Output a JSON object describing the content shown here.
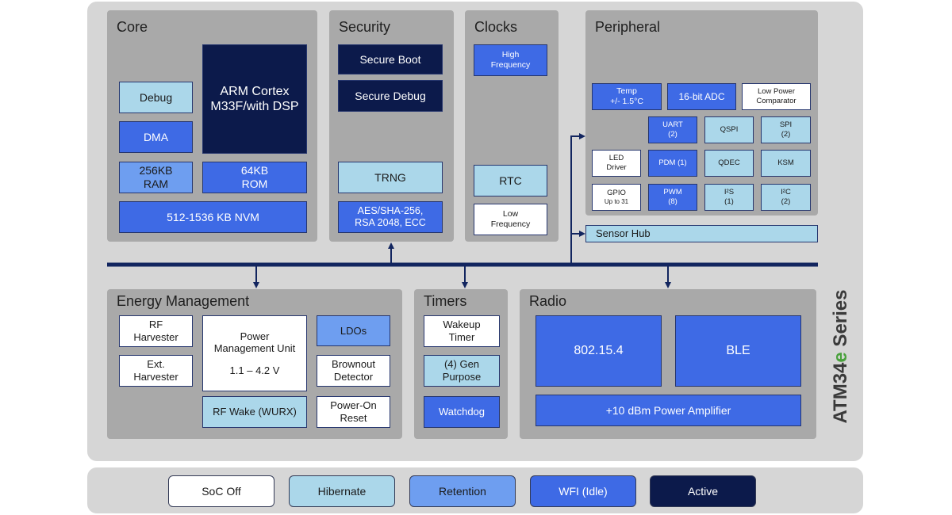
{
  "series_title": {
    "prefix": "ATM34",
    "accent": "e",
    "suffix": " Series"
  },
  "panels": {
    "core": "Core",
    "security": "Security",
    "clocks": "Clocks",
    "peripheral": "Peripheral",
    "energy": "Energy Management",
    "timers": "Timers",
    "radio": "Radio"
  },
  "core": {
    "cpu": "ARM Cortex\nM33F/with DSP",
    "debug": "Debug",
    "dma": "DMA",
    "ram": "256KB\nRAM",
    "rom": "64KB\nROM",
    "nvm": "512-1536 KB NVM"
  },
  "security": {
    "secure_boot": "Secure Boot",
    "secure_debug": "Secure Debug",
    "trng": "TRNG",
    "crypto": "AES/SHA-256,\nRSA 2048, ECC"
  },
  "clocks": {
    "high": "High\nFrequency",
    "rtc": "RTC",
    "low": "Low\nFrequency"
  },
  "peripheral": {
    "temp": "Temp\n+/- 1.5°C",
    "adc": "16-bit ADC",
    "lp_comp": "Low Power\nComparator",
    "uart": "UART\n(2)",
    "qspi": "QSPI",
    "spi": "SPI\n(2)",
    "led": "LED\nDriver",
    "pdm": "PDM (1)",
    "qdec": "QDEC",
    "ksm": "KSM",
    "gpio": "GPIO",
    "gpio_sub": "Up to 31",
    "pwm": "PWM\n(8)",
    "i2s": "I²S\n(1)",
    "i2c": "I²C\n(2)",
    "sensor_hub": "Sensor Hub"
  },
  "energy": {
    "rf_harvester": "RF\nHarvester",
    "ext_harvester": "Ext.\nHarvester",
    "pmu": "Power\nManagement Unit",
    "pmu_range": "1.1 – 4.2 V",
    "ldos": "LDOs",
    "brownout": "Brownout\nDetector",
    "rf_wake": "RF Wake (WURX)",
    "por": "Power-On\nReset"
  },
  "timers": {
    "wakeup": "Wakeup\nTimer",
    "gen": "(4) Gen\nPurpose",
    "watchdog": "Watchdog"
  },
  "radio": {
    "r802": "802.15.4",
    "ble": "BLE",
    "pa": "+10 dBm Power Amplifier"
  },
  "legend": {
    "soc_off": "SoC Off",
    "hibernate": "Hibernate",
    "retention": "Retention",
    "wfi": "WFI (Idle)",
    "active": "Active"
  },
  "colors": {
    "soc_off": "#ffffff",
    "hibernate": "#abd7ea",
    "retention": "#6e9ef0",
    "wfi": "#3e6ae5",
    "active": "#0c1a4b",
    "bus": "#12255f",
    "accent_e": "#49a13c"
  }
}
